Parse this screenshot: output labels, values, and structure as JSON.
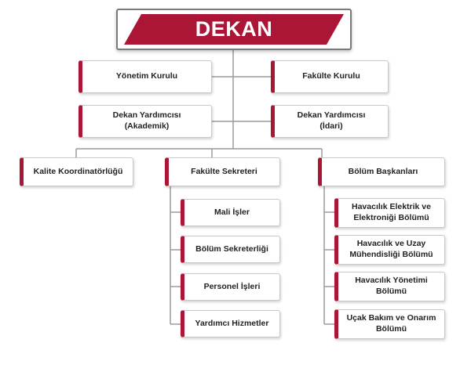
{
  "title": "DEKAN",
  "colors": {
    "accent": "#ab1636",
    "line": "#9a9a9a",
    "box_border": "#c9c9c9"
  },
  "board_left": "Yönetim Kurulu",
  "board_right": "Fakülte Kurulu",
  "vice_dean_left": "Dekan Yardımcısı\n(Akademik)",
  "vice_dean_right": "Dekan Yardımcısı\n(İdari)",
  "quality": "Kalite Koordinatörlüğü",
  "secretary": {
    "label": "Fakülte Sekreteri",
    "units": [
      "Mali İşler",
      "Bölüm Sekreterliği",
      "Personel İşleri",
      "Yardımcı Hizmetler"
    ]
  },
  "heads": {
    "label": "Bölüm Başkanları",
    "departments": [
      "Havacılık Elektrik ve\nElektroniği Bölümü",
      "Havacılık ve Uzay\nMühendisliği Bölümü",
      "Havacılık Yönetimi\nBölümü",
      "Uçak Bakım ve Onarım\nBölümü"
    ]
  }
}
